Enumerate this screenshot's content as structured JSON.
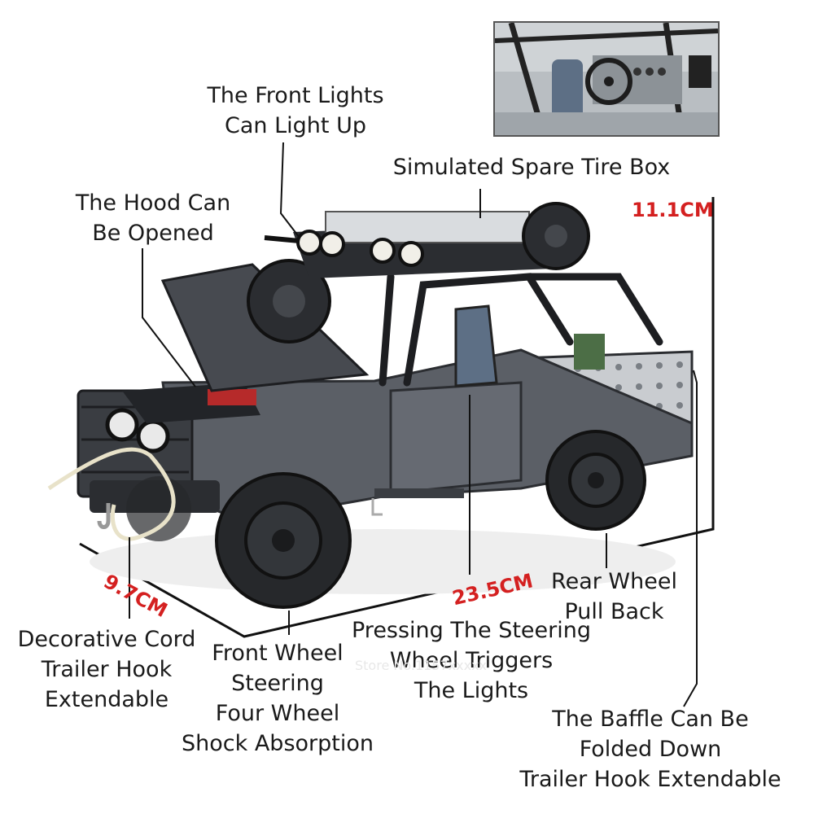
{
  "labels": {
    "front_lights": [
      "The Front Lights",
      "Can Light Up"
    ],
    "spare_tire": [
      "Simulated Spare Tire Box"
    ],
    "hood": [
      "The Hood Can",
      "Be Opened"
    ],
    "rear_wheel": [
      "Rear Wheel",
      "Pull Back"
    ],
    "steering": [
      "Pressing The Steering",
      "Wheel Triggers",
      "The Lights"
    ],
    "cord": [
      "Decorative Cord",
      "Trailer Hook",
      "Extendable"
    ],
    "front_wheel": [
      "Front Wheel",
      "Steering",
      "Four Wheel",
      "Shock Absorption"
    ],
    "baffle": [
      "The Baffle Can Be",
      "Folded Down",
      "Trailer Hook Extendable"
    ]
  },
  "dimensions": {
    "height": "11.1CM",
    "width": "9.7CM",
    "length": "23.5CM"
  },
  "watermark": "Store No.1157xxxxx",
  "colors": {
    "body": "#5b5f66",
    "dark": "#2b2d31",
    "dimension_text": "#d42020",
    "text": "#1a1a1a"
  }
}
